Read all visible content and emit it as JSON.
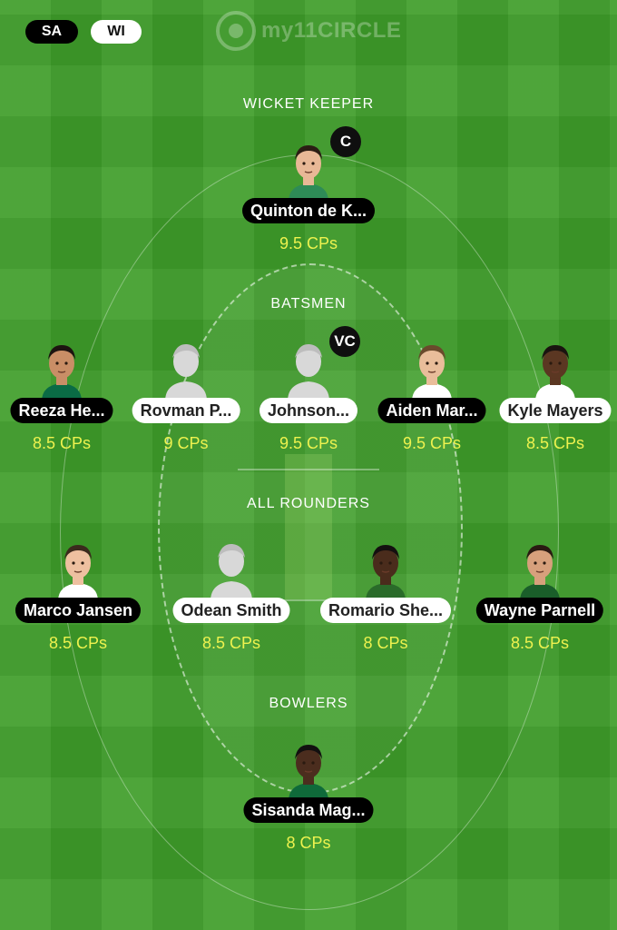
{
  "teams": {
    "left": "SA",
    "right": "WI"
  },
  "brand": {
    "name": "my11CIRCLE"
  },
  "sections": {
    "wicket_keeper": "WICKET KEEPER",
    "batsmen": "BATSMEN",
    "all_rounders": "ALL ROUNDERS",
    "bowlers": "BOWLERS"
  },
  "badges": {
    "captain": "C",
    "vice_captain": "VC"
  },
  "players": {
    "wk1": {
      "name": "Quinton de K...",
      "credits": "9.5 CPs",
      "team": "SA"
    },
    "bat1": {
      "name": "Reeza He...",
      "credits": "8.5 CPs",
      "team": "SA"
    },
    "bat2": {
      "name": "Rovman P...",
      "credits": "9 CPs",
      "team": "WI"
    },
    "bat3": {
      "name": "Johnson...",
      "credits": "9.5 CPs",
      "team": "WI"
    },
    "bat4": {
      "name": "Aiden Mar...",
      "credits": "9.5 CPs",
      "team": "SA"
    },
    "bat5": {
      "name": "Kyle Mayers",
      "credits": "8.5 CPs",
      "team": "WI"
    },
    "ar1": {
      "name": "Marco Jansen",
      "credits": "8.5 CPs",
      "team": "SA"
    },
    "ar2": {
      "name": "Odean Smith",
      "credits": "8.5 CPs",
      "team": "WI"
    },
    "ar3": {
      "name": "Romario She...",
      "credits": "8 CPs",
      "team": "WI"
    },
    "ar4": {
      "name": "Wayne Parnell",
      "credits": "8.5 CPs",
      "team": "SA"
    },
    "bowl1": {
      "name": "Sisanda Mag...",
      "credits": "8 CPs",
      "team": "SA"
    }
  },
  "colors": {
    "field": "#3f9e2a",
    "credits": "#eef24f",
    "team_sa_tag": "#000000",
    "team_wi_tag": "#ffffff"
  }
}
